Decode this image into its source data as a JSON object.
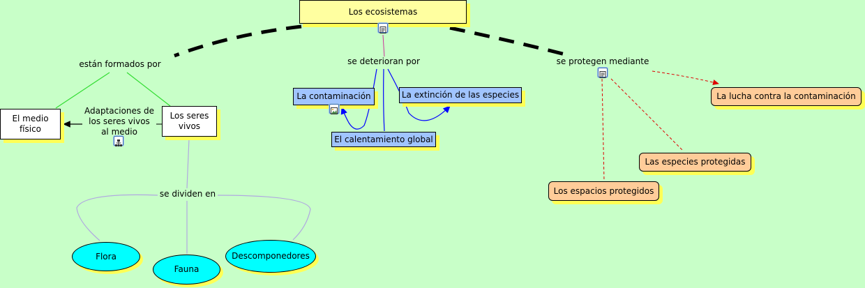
{
  "concept_map": {
    "root": "Los ecosistemas",
    "links": {
      "formed_by": "están formados por",
      "deteriorate_by": "se deterioran por",
      "protected_by": "se protegen mediante",
      "adaptations": "Adaptaciones de\nlos seres vivos\nal medio",
      "divided_in": "se dividen en"
    },
    "nodes": {
      "medio_fisico": "El medio\nfísico",
      "seres_vivos": "Los seres\nvivos",
      "contaminacion": "La contaminación",
      "extincion": "La extinción de las especies",
      "calentamiento": "El calentamiento global",
      "lucha": "La lucha contra la contaminación",
      "especies_protegidas": "Las especies protegidas",
      "espacios_protegidos": "Los espacios protegidos",
      "flora": "Flora",
      "fauna": "Fauna",
      "descomponedores": "Descomponedores"
    },
    "icons": [
      "document-icon",
      "image-icon",
      "hierarchy-icon"
    ],
    "colors": {
      "background": "#c8ffc8",
      "root_fill": "#ffffa0",
      "shadow": "#ffff55",
      "blue_fill": "#a0c4ff",
      "orange_fill": "#ffcc99",
      "cyan_fill": "#00ffff",
      "arrow_blue": "#0000ff",
      "arrow_red": "#dd0000"
    }
  }
}
